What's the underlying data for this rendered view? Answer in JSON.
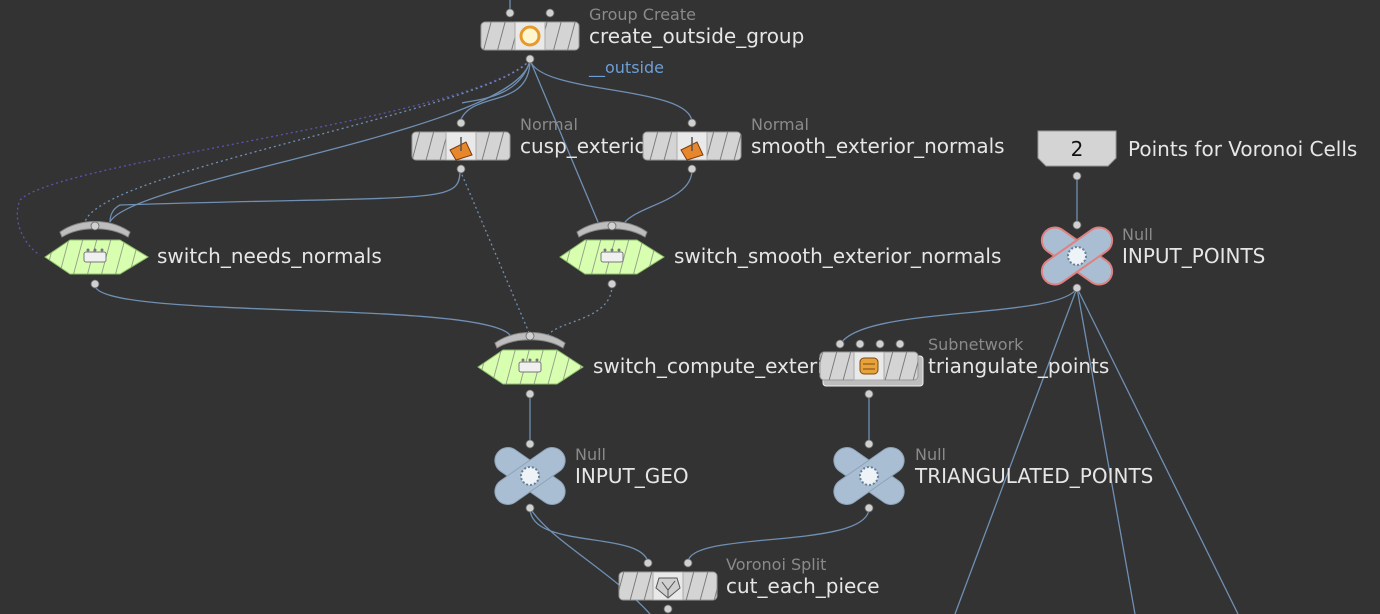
{
  "network": {
    "nodes": {
      "create_outside_group": {
        "type": "Group Create",
        "name": "create_outside_group",
        "group_label": "__outside"
      },
      "cusp_exterior_normals": {
        "type": "Normal",
        "name": "cusp_exterio"
      },
      "smooth_exterior_normals": {
        "type": "Normal",
        "name": "smooth_exterior_normals"
      },
      "points_for_voronoi": {
        "value": "2",
        "name": "Points for Voronoi Cells"
      },
      "switch_needs_normals": {
        "name": "switch_needs_normals"
      },
      "switch_smooth_exterior_normals": {
        "name": "switch_smooth_exterior_normals"
      },
      "input_points": {
        "type": "Null",
        "name": "INPUT_POINTS"
      },
      "switch_compute_exterior": {
        "name": "switch_compute_exterio"
      },
      "triangulate_points": {
        "type": "Subnetwork",
        "name": "triangulate_points"
      },
      "input_geo": {
        "type": "Null",
        "name": "INPUT_GEO"
      },
      "triangulated_points": {
        "type": "Null",
        "name": "TRIANGULATED_POINTS"
      },
      "cut_each_piece": {
        "type": "Voronoi Split",
        "name": "cut_each_piece"
      }
    },
    "colors": {
      "background": "#333333",
      "wire": "#6f8fb3",
      "switch_node": "#d8ffb0",
      "null_node": "#a9bed3",
      "gray_node": "#d4d4d4"
    }
  }
}
